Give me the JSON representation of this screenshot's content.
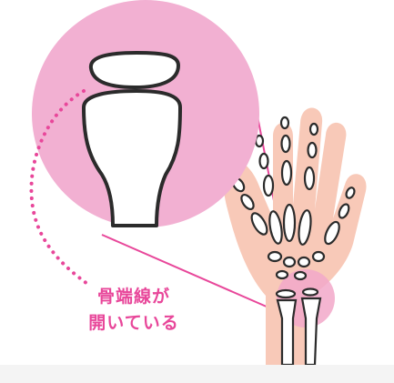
{
  "callout": {
    "line1": "骨端線が",
    "line2": "開いている"
  },
  "colors": {
    "zoom_circle": "#f2b0d2",
    "accent_pink": "#e8479a",
    "skin": "#f8c9b8",
    "skin_highlight": "#f6b6a3",
    "bone_outline": "#2b2b2b",
    "background": "#ffffff",
    "footer_band": "#f4f4f4"
  },
  "icons": {
    "zoom": "magnified-growth-plate",
    "hand": "hand-xray-skeleton"
  }
}
